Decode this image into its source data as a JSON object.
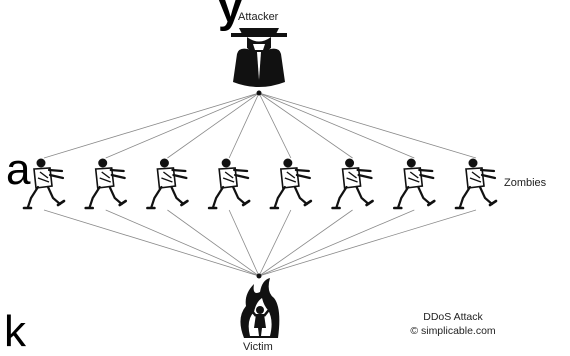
{
  "slide": {
    "fragment_top": "y",
    "fragment_mid": "a",
    "fragment_bottom": "k"
  },
  "diagram": {
    "attacker_label": "Attacker",
    "zombies_label": "Zombies",
    "victim_label": "Victim",
    "zombie_count": 8,
    "title": "DDoS Attack",
    "credit": "© simplicable.com"
  }
}
